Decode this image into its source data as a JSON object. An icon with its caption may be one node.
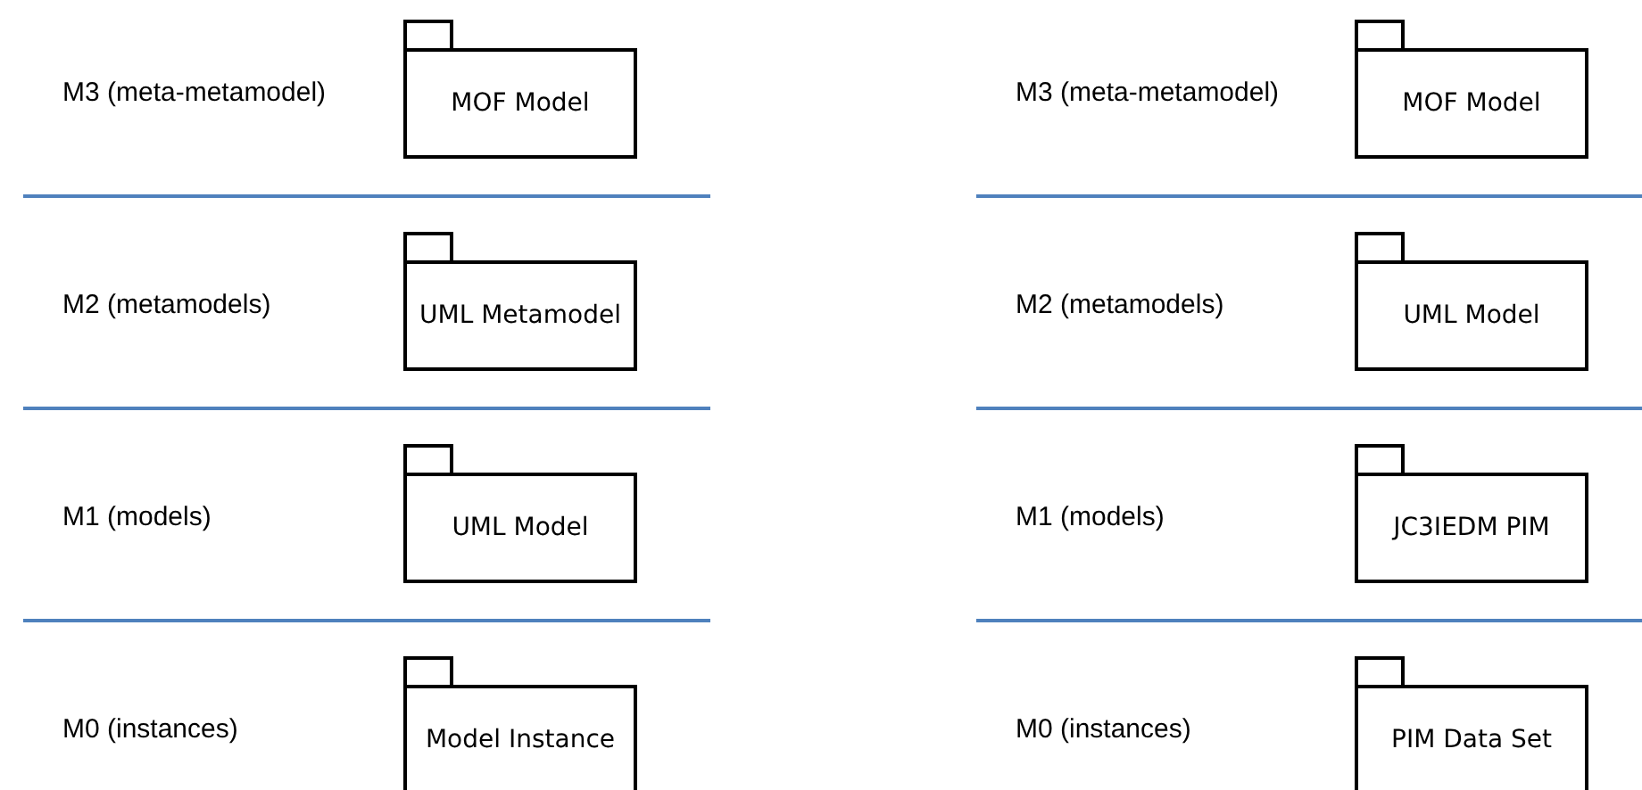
{
  "diagram": {
    "nodes": [
      {
        "text": [
          "MOF Model"
        ]
      },
      {
        "text": [
          "MOF Model"
        ]
      },
      {
        "text": [
          "UML Metamodel"
        ]
      },
      {
        "text": [
          "UML Model"
        ]
      },
      {
        "text": [
          "UML Model"
        ]
      },
      {
        "text": [
          "JC3IEDM PIM"
        ]
      },
      {
        "text": [
          "Model Instance"
        ]
      },
      {
        "text": [
          "PIM Data Set"
        ]
      }
    ],
    "labels": [
      "M3 (meta-metamodel)",
      "M3 (meta-metamodel)",
      "M2 (metamodels)",
      "M2 (metamodels)",
      "M1 (models)",
      "M1 (models)",
      "M0 (instances)",
      "M0 (instances)"
    ]
  }
}
